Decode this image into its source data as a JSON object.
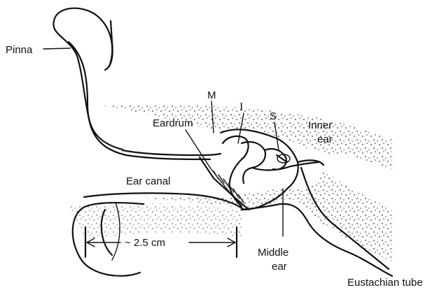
{
  "labels": {
    "pinna": "Pinna",
    "malleus": "M",
    "incus": "I",
    "stapes": "S",
    "eardrum": "Eardrum",
    "inner_ear_line1": "Inner",
    "inner_ear_line2": "ear",
    "ear_canal": "Ear canal",
    "distance": "~ 2.5 cm",
    "middle_ear_line1": "Middle",
    "middle_ear_line2": "ear",
    "eustachian_tube": "Eustachian tube"
  }
}
